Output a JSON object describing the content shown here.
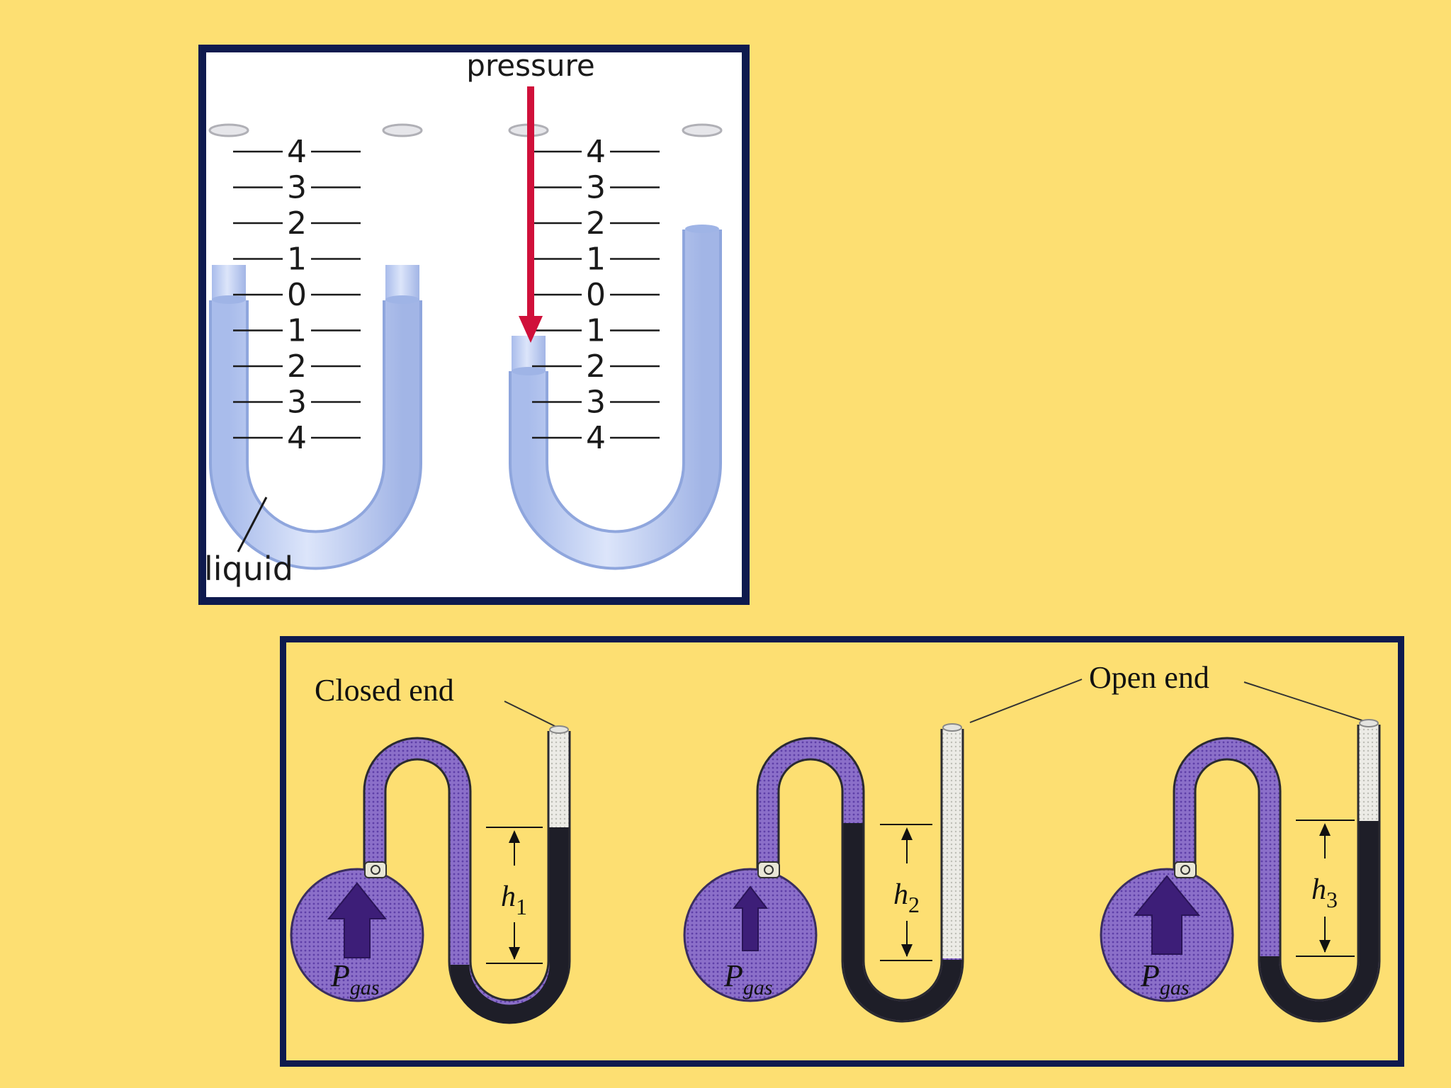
{
  "top_figure": {
    "pressure_label": "pressure",
    "liquid_label": "liquid",
    "scale": [
      "4",
      "3",
      "2",
      "1",
      "0",
      "1",
      "2",
      "3",
      "4"
    ]
  },
  "bottom_figure": {
    "closed_end_label": "Closed end",
    "open_end_label": "Open end",
    "gauges": [
      {
        "h": "h",
        "sub": "1",
        "p": "P",
        "psub": "gas"
      },
      {
        "h": "h",
        "sub": "2",
        "p": "P",
        "psub": "gas"
      },
      {
        "h": "h",
        "sub": "3",
        "p": "P",
        "psub": "gas"
      }
    ]
  },
  "colors": {
    "background": "#FDDF72",
    "frame": "#0E1A4E",
    "liquid": "#B9CAF0",
    "arrow": "#D0103A",
    "gas": "#8B6FC9",
    "mercury": "#1E1E28"
  }
}
